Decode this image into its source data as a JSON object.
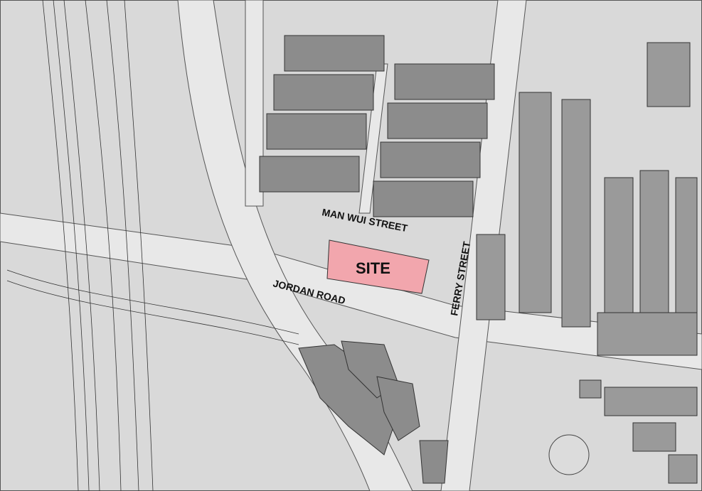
{
  "labels": {
    "man_wui_street": "MAN WUI STREET",
    "jordan_road": "JORDAN ROAD",
    "ferry_street": "FERRY STREET",
    "site": "SITE"
  },
  "colors": {
    "background": "#d9d9d9",
    "road": "#e6e6e6",
    "building": "#8c8c8c",
    "site_fill": "#f2a6ad",
    "line": "#444444"
  }
}
